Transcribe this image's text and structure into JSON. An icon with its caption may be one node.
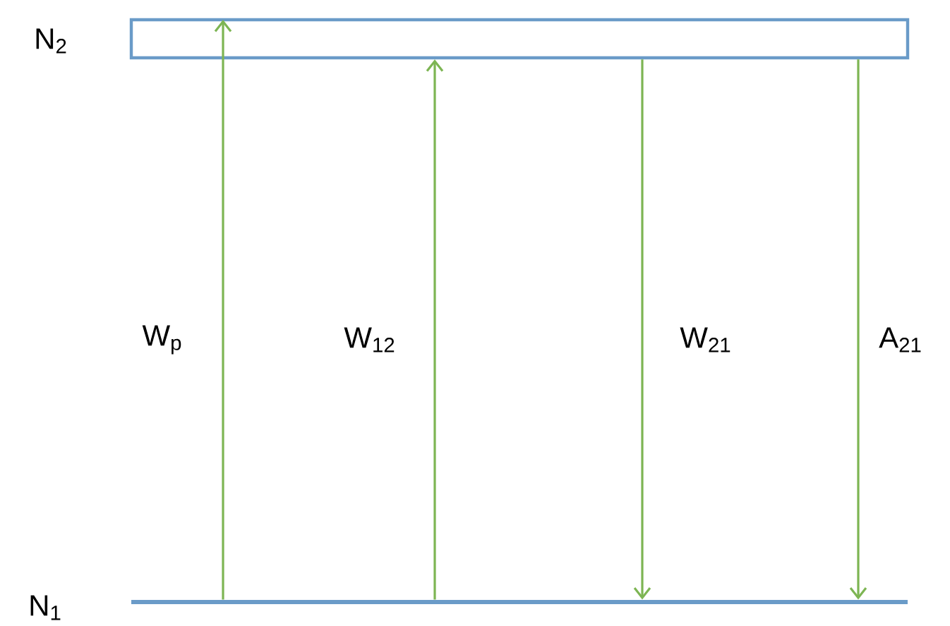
{
  "diagram": {
    "nodes": [
      {
        "text": [
          "N$_{2}$"
        ]
      },
      {
        "text": [
          "N$_{1}$"
        ]
      }
    ],
    "edges": [
      {
        "from": 1,
        "to": 0,
        "arrow": "to",
        "label": "W$_{p}$"
      },
      {
        "from": 1,
        "to": 0,
        "arrow": "to",
        "label": "W$_{12}$"
      },
      {
        "from": 0,
        "to": 1,
        "arrow": "to",
        "label": "W$_{21}$"
      },
      {
        "from": 0,
        "to": 1,
        "arrow": "to",
        "label": "A$_{21}$"
      }
    ]
  }
}
